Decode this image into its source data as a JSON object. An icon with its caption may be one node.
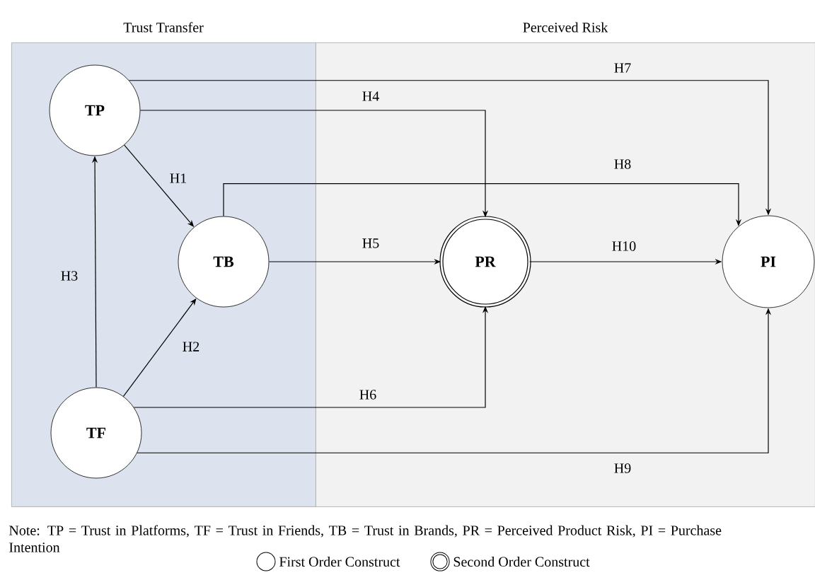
{
  "diagram": {
    "nodes": [
      {
        "text": [
          "Trust Transfer"
        ]
      },
      {
        "text": [
          "Perceived Risk"
        ]
      },
      {
        "text": [
          "TP"
        ],
        "in": 0
      },
      {
        "text": [
          "TB"
        ],
        "in": 0
      },
      {
        "text": [
          "TF"
        ],
        "in": 0
      },
      {
        "text": [
          "PR"
        ],
        "in": 1
      },
      {
        "text": [
          "PI"
        ],
        "in": 1
      }
    ],
    "edges": [
      {
        "from": 2,
        "to": 3,
        "arrow": "to",
        "label": "H1"
      },
      {
        "from": 4,
        "to": 3,
        "arrow": "to",
        "label": "H2"
      },
      {
        "from": 4,
        "to": 2,
        "arrow": "to",
        "label": "H3"
      },
      {
        "from": 2,
        "to": 5,
        "arrow": "to",
        "label": "H4"
      },
      {
        "from": 3,
        "to": 5,
        "arrow": "to",
        "label": "H5"
      },
      {
        "from": 4,
        "to": 5,
        "arrow": "to",
        "label": "H6"
      },
      {
        "from": 2,
        "to": 6,
        "arrow": "to",
        "label": "H7"
      },
      {
        "from": 3,
        "to": 6,
        "arrow": "to",
        "label": "H8"
      },
      {
        "from": 4,
        "to": 6,
        "arrow": "to",
        "label": "H9"
      },
      {
        "from": 5,
        "to": 6,
        "arrow": "to",
        "label": "H10"
      }
    ],
    "labels": [
      "Note: TP = Trust in Platforms, TF = Trust in Friends, TB = Trust in Brands, PR = Perceived Product Risk, PI = Purchase Intention"
    ],
    "legend": [
      {
        "text": "First Order Construct"
      },
      {
        "text": "Second Order Construct"
      }
    ]
  }
}
